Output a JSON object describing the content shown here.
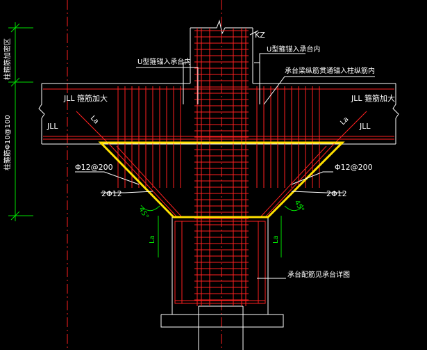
{
  "colors": {
    "background": "#000000",
    "rebar": "#ff2020",
    "outline": "#ffffff",
    "dimension": "#00e000",
    "highlight": "#ffe000",
    "axis": "#ff2020"
  },
  "labels": {
    "column": "KZ",
    "u_anchor_left": "U型箍锚入承台内",
    "u_anchor_right": "U型箍锚入承台内",
    "beam_stirrup_right": "承台梁纵筋贯通锚入柱纵筋内",
    "jll_dense_left": "JLL 箍筋加大",
    "jll_dense_right": "JLL 箍筋加大",
    "jll_left": "JLL",
    "jll_right": "JLL",
    "la_left": "La",
    "la_right": "La",
    "rebar_spacing_left": "Φ12@200",
    "rebar_spacing_right": "Φ12@200",
    "bar_count_left": "2Φ12",
    "bar_count_right": "2Φ12",
    "angle_left": "45°",
    "angle_right": "45°",
    "la_vert_left": "La",
    "la_vert_right": "La",
    "pile_cap_detail": "承台配筋见承台详图",
    "side_dim_top": "柱箍筋加密区",
    "side_dim_bottom": "柱箍筋Φ10@100"
  }
}
